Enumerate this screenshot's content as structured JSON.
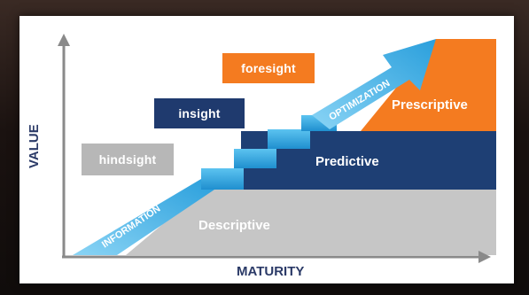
{
  "labels": {
    "foresight": "foresight",
    "insight": "insight",
    "hindsight": "hindsight",
    "descriptive": "Descriptive",
    "predictive": "Predictive",
    "prescriptive": "Prescriptive",
    "information": "INFORMATION",
    "optimization": "OPTIMIZATION",
    "x_axis": "MATURITY",
    "y_axis": "VALUE"
  },
  "colors": {
    "foresight": "#f47b20",
    "insight": "#1f3a6e",
    "hindsight": "#b7b7b7",
    "descriptive": "#c3c3c3",
    "predictive": "#1e3f74",
    "prescriptive": "#f47b20",
    "arrow": "#2fa4df",
    "axis": "#8a8a8a"
  }
}
